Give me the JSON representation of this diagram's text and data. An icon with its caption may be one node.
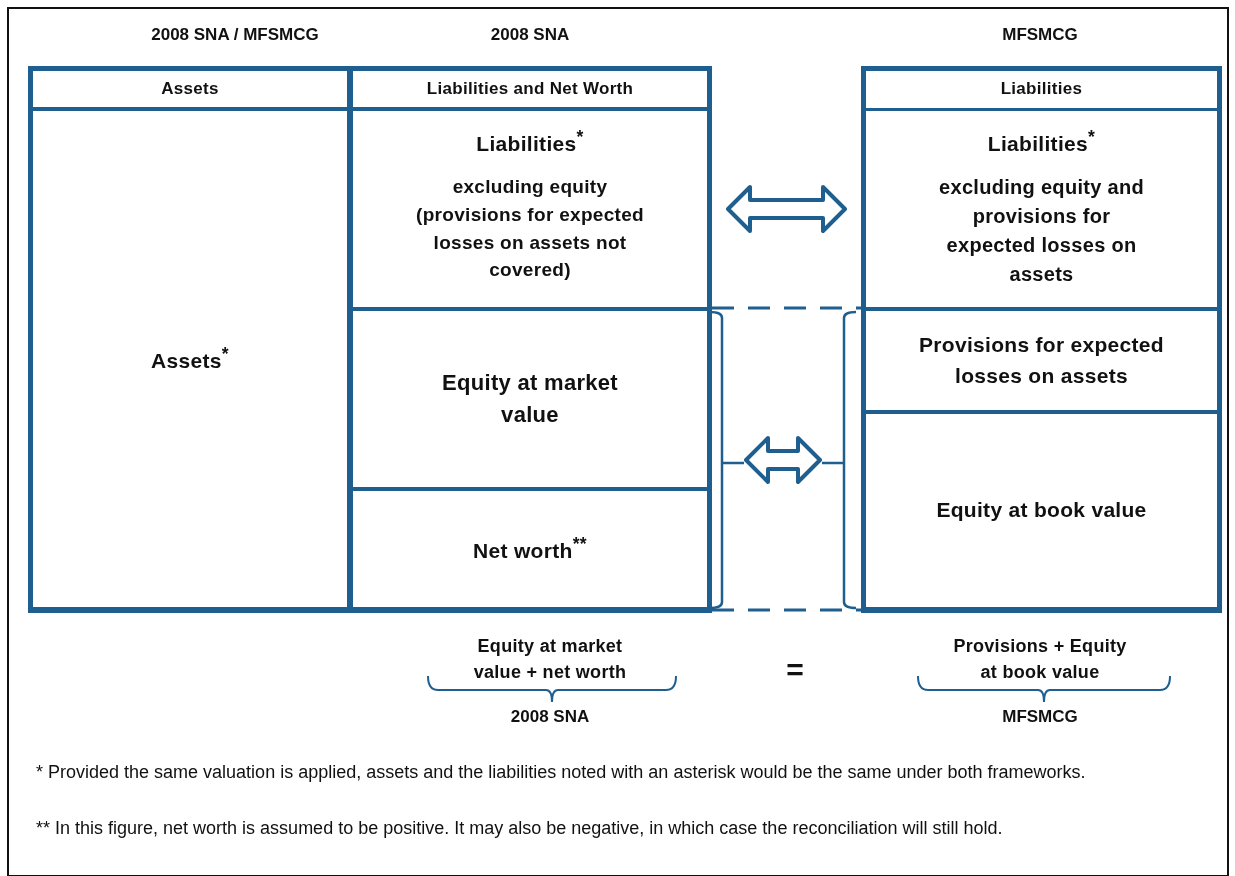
{
  "diagram": {
    "nodes": [
      {
        "text": [
          "Assets"
        ]
      },
      {
        "text": [
          "Assets$^{*}$"
        ]
      },
      {
        "text": [
          "Liabilities and Net Worth"
        ]
      },
      {
        "text": [
          "Liabilities$^{*}$",
          "excluding equity (provisions for expected losses on assets not covered)"
        ]
      },
      {
        "text": [
          "Equity at market value"
        ]
      },
      {
        "text": [
          "Net worth$^{**}$"
        ]
      },
      {
        "text": [
          "Liabilities"
        ]
      },
      {
        "text": [
          "Liabilities$^{*}$",
          "excluding equity and provisions for expected losses on assets"
        ]
      },
      {
        "text": [
          "Provisions for expected losses on assets"
        ]
      },
      {
        "text": [
          "Equity at book value"
        ]
      },
      {
        "text": [
          "Equity at market value + net worth"
        ]
      },
      {
        "text": [
          "Provisions + Equity at book value"
        ]
      },
      {
        "text": [],
        "shape": "bracket"
      },
      {
        "text": [],
        "shape": "bracket"
      }
    ],
    "edges": [
      {
        "from": 3,
        "to": 7,
        "arrow": "both"
      },
      {
        "from": 12,
        "to": 13,
        "arrow": "both"
      }
    ],
    "labels": [
      "2008 SNA / MFSMCG",
      "2008 SNA",
      "MFSMCG",
      "=",
      "2008 SNA",
      "MFSMCG",
      "* Provided the same valuation is applied, assets and the liabilities noted with an asterisk would be the same under both frameworks.",
      "** In this figure, net worth is assumed to be positive. It may also be negative, in which case the reconciliation will still hold."
    ]
  }
}
